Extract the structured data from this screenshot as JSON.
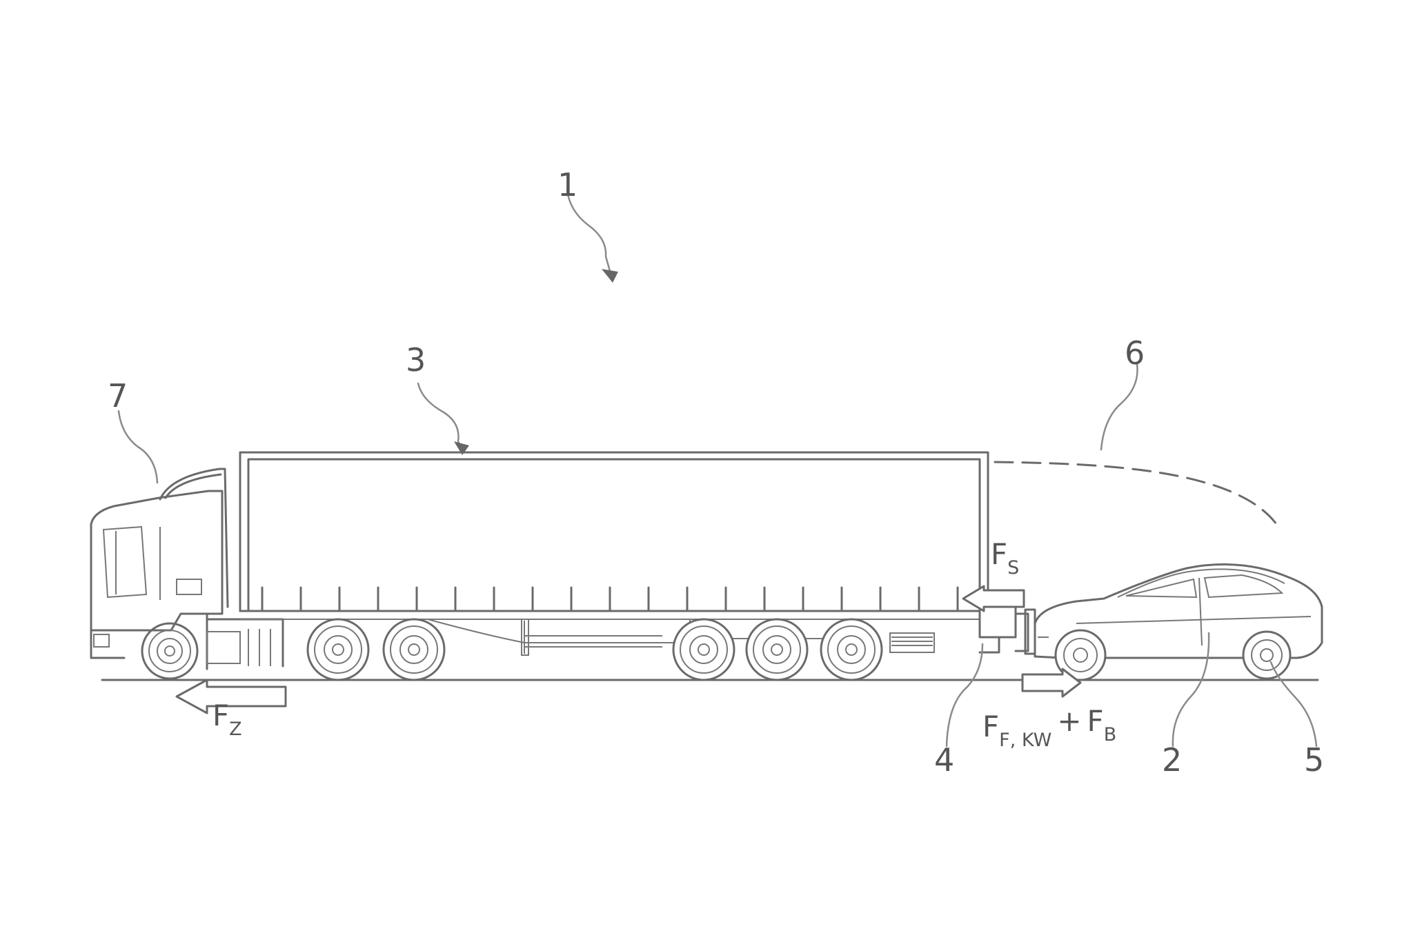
{
  "figure": {
    "reference_numerals": {
      "system": "1",
      "car": "2",
      "trailer": "3",
      "impact_element": "4",
      "car_wheel": "5",
      "deflection_path": "6",
      "tractor": "7"
    },
    "forces": {
      "tractor_force": {
        "main": "F",
        "sub": "Z"
      },
      "support_force": {
        "main": "F",
        "sub": "S"
      },
      "car_force": {
        "main1": "F",
        "sub1": "F, KW",
        "plus": "+",
        "main2": "F",
        "sub2": "B"
      }
    }
  }
}
